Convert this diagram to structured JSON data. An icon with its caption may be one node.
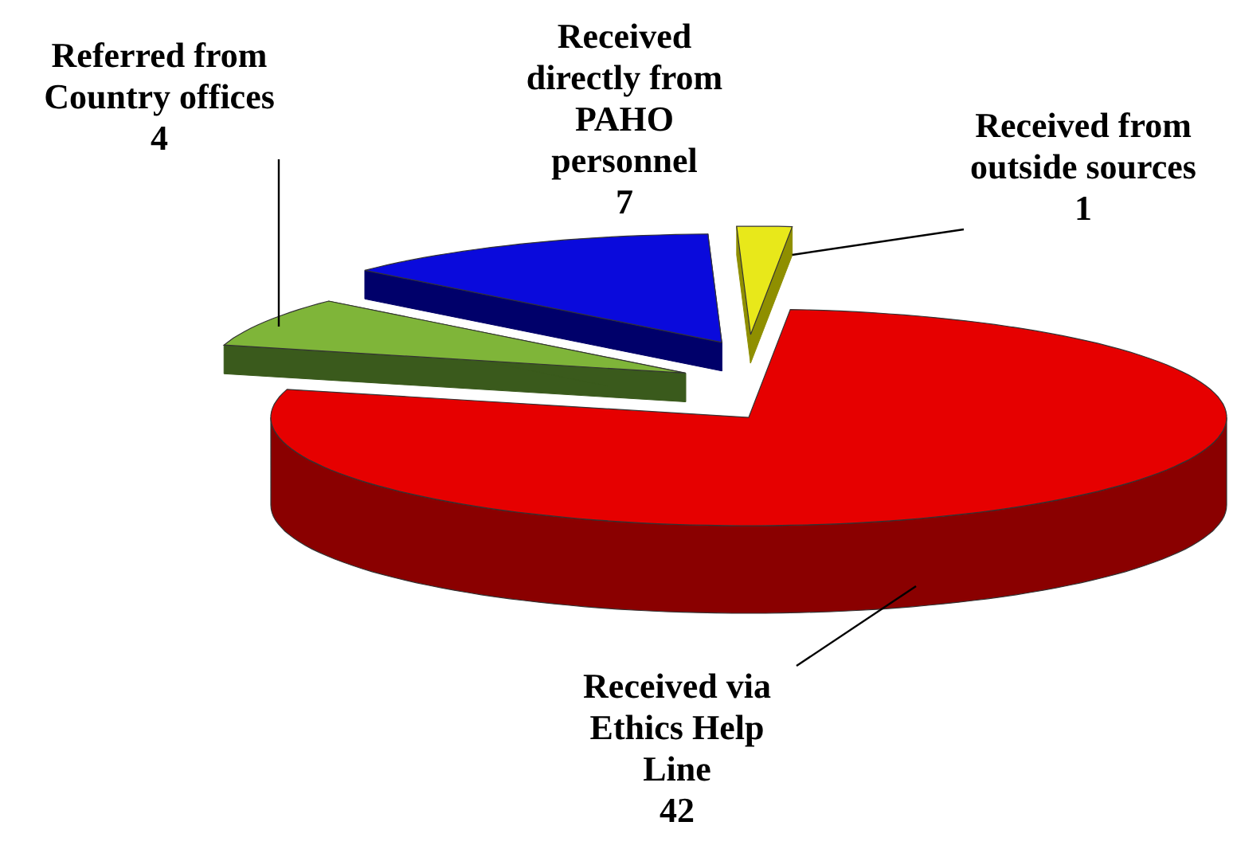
{
  "diagram": {
    "nodes": [
      {
        "text": [
          "Referred from Country offices",
          "4"
        ]
      },
      {
        "text": [],
        "shape": "wedge"
      },
      {
        "text": [],
        "shape": "wedge"
      },
      {
        "text": [],
        "shape": "wedge"
      },
      {
        "text": [],
        "shape": "wedge"
      },
      {
        "text": [
          "Received from outside sources",
          "1"
        ]
      },
      {
        "text": [
          "Received via Ethics Help Line",
          "42"
        ]
      }
    ],
    "edges": [
      {
        "from": 0,
        "to": 1,
        "arrow": "none"
      },
      {
        "from": 5,
        "to": 3,
        "arrow": "none"
      },
      {
        "from": 6,
        "to": 4,
        "arrow": "none"
      }
    ],
    "labels": [
      "Received directly from PAHO personnel",
      "7"
    ]
  }
}
